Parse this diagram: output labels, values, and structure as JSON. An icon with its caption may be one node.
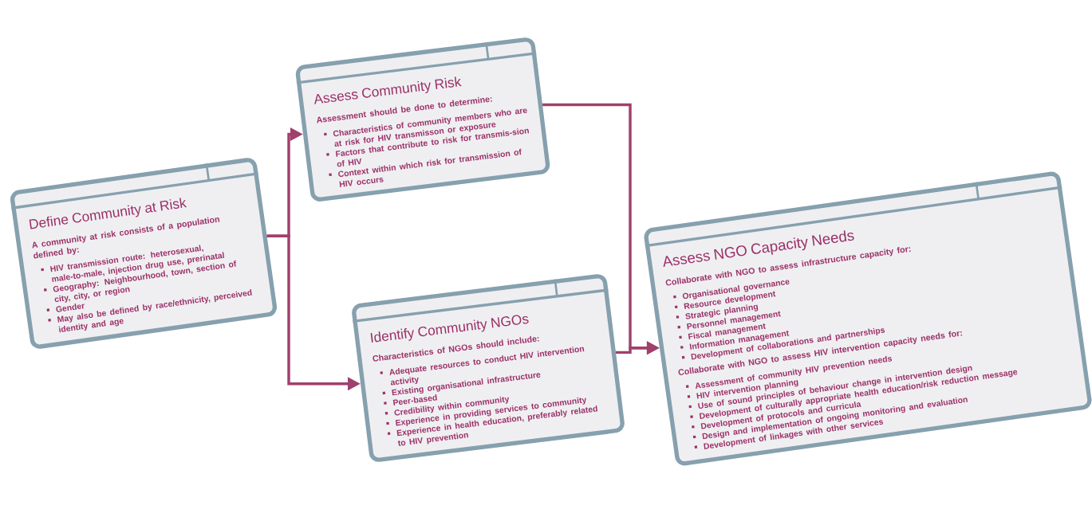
{
  "diagram": {
    "nodes": [
      {
        "text": [
          "Define Community at Risk",
          "A community at risk consists of a population defined by:",
          "HIV transmission route: heterosexual, male-to-male, injection drug use, prerinatal",
          "Geography: Neighbourhood, town, section of city, city, or region",
          "Gender",
          "May also be defined by race/ethnicity, perceived identity and age"
        ]
      },
      {
        "text": [
          "Assess Community Risk",
          "Assessment should be done to determine:",
          "Characteristics of community members who are at risk for HIV transmisson or exposure",
          "Factors that contribute to risk for transmis-sion of HIV",
          "Context within which risk for transmission of HIV occurs"
        ]
      },
      {
        "text": [
          "Identify Community NGOs",
          "Characteristics of NGOs should include:",
          "Adequate resources to conduct HIV intervention activity",
          "Existing organisational infrastructure",
          "Peer-based",
          "Credibility within community",
          "Experience in providing services to community",
          "Experience in health education, preferably related to HIV prevention"
        ]
      },
      {
        "text": [
          "Assess NGO Capacity Needs",
          "Collaborate with NGO to assess infrastructure capacity for:",
          "Organisational governance",
          "Resource development",
          "Strategic planning",
          "Personnel management",
          "Fiscal management",
          "Information management",
          "Development of collaborations and partnerships",
          "Collaborate with NGO to assess HIV intervention capacity needs for:",
          "Assessment of community HIV prevention needs",
          "HIV intervention planning",
          "Use of sound principles of behaviour change in intervention design",
          "Development of culturally appropriate health education/risk reduction message",
          "Development of protocols and curricula",
          "Design and implementation of ongoing monitoring and evaluation",
          "Development of linkages with other services"
        ]
      }
    ],
    "edges": [
      {
        "from": 0,
        "to": 1,
        "arrow": "to"
      },
      {
        "from": 0,
        "to": 2,
        "arrow": "to"
      },
      {
        "from": 1,
        "to": 3,
        "arrow": "to"
      },
      {
        "from": 2,
        "to": 3,
        "arrow": "to"
      }
    ]
  }
}
